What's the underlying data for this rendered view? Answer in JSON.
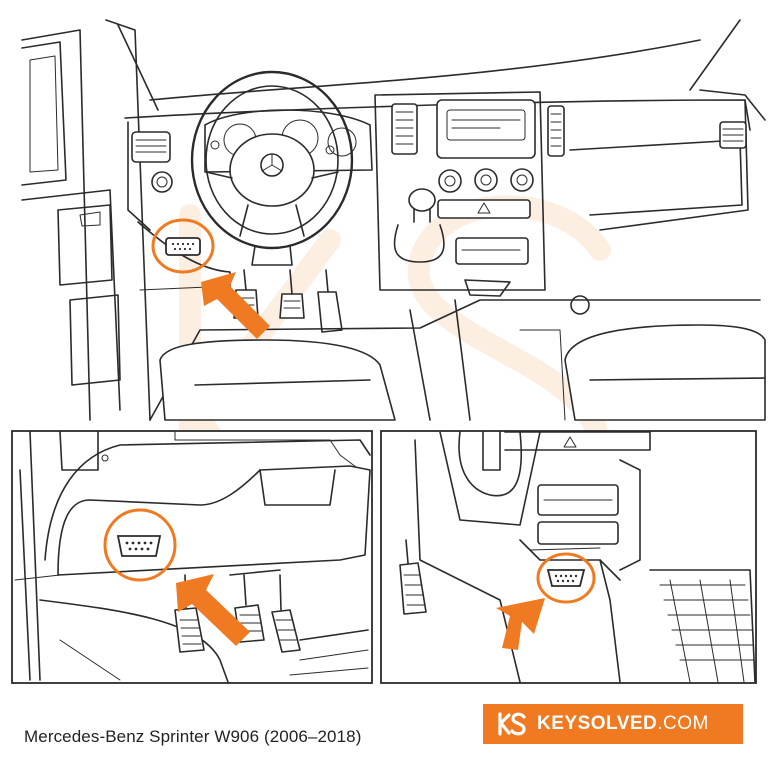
{
  "caption": "Mercedes-Benz Sprinter W906 (2006–2018)",
  "brand": {
    "name_bold": "KEYSOLVED",
    "name_suffix": ".COM",
    "logo_icon": "ks-monogram-icon",
    "color": "#f07a22"
  },
  "colors": {
    "accent": "#f07a22",
    "line": "#2b2b2b",
    "background": "#ffffff"
  },
  "icons": {
    "connector": "obd-port-icon",
    "pointer": "arrow-icon",
    "highlight": "highlight-circle-icon",
    "vehicle_logo": "mercedes-star-icon"
  }
}
